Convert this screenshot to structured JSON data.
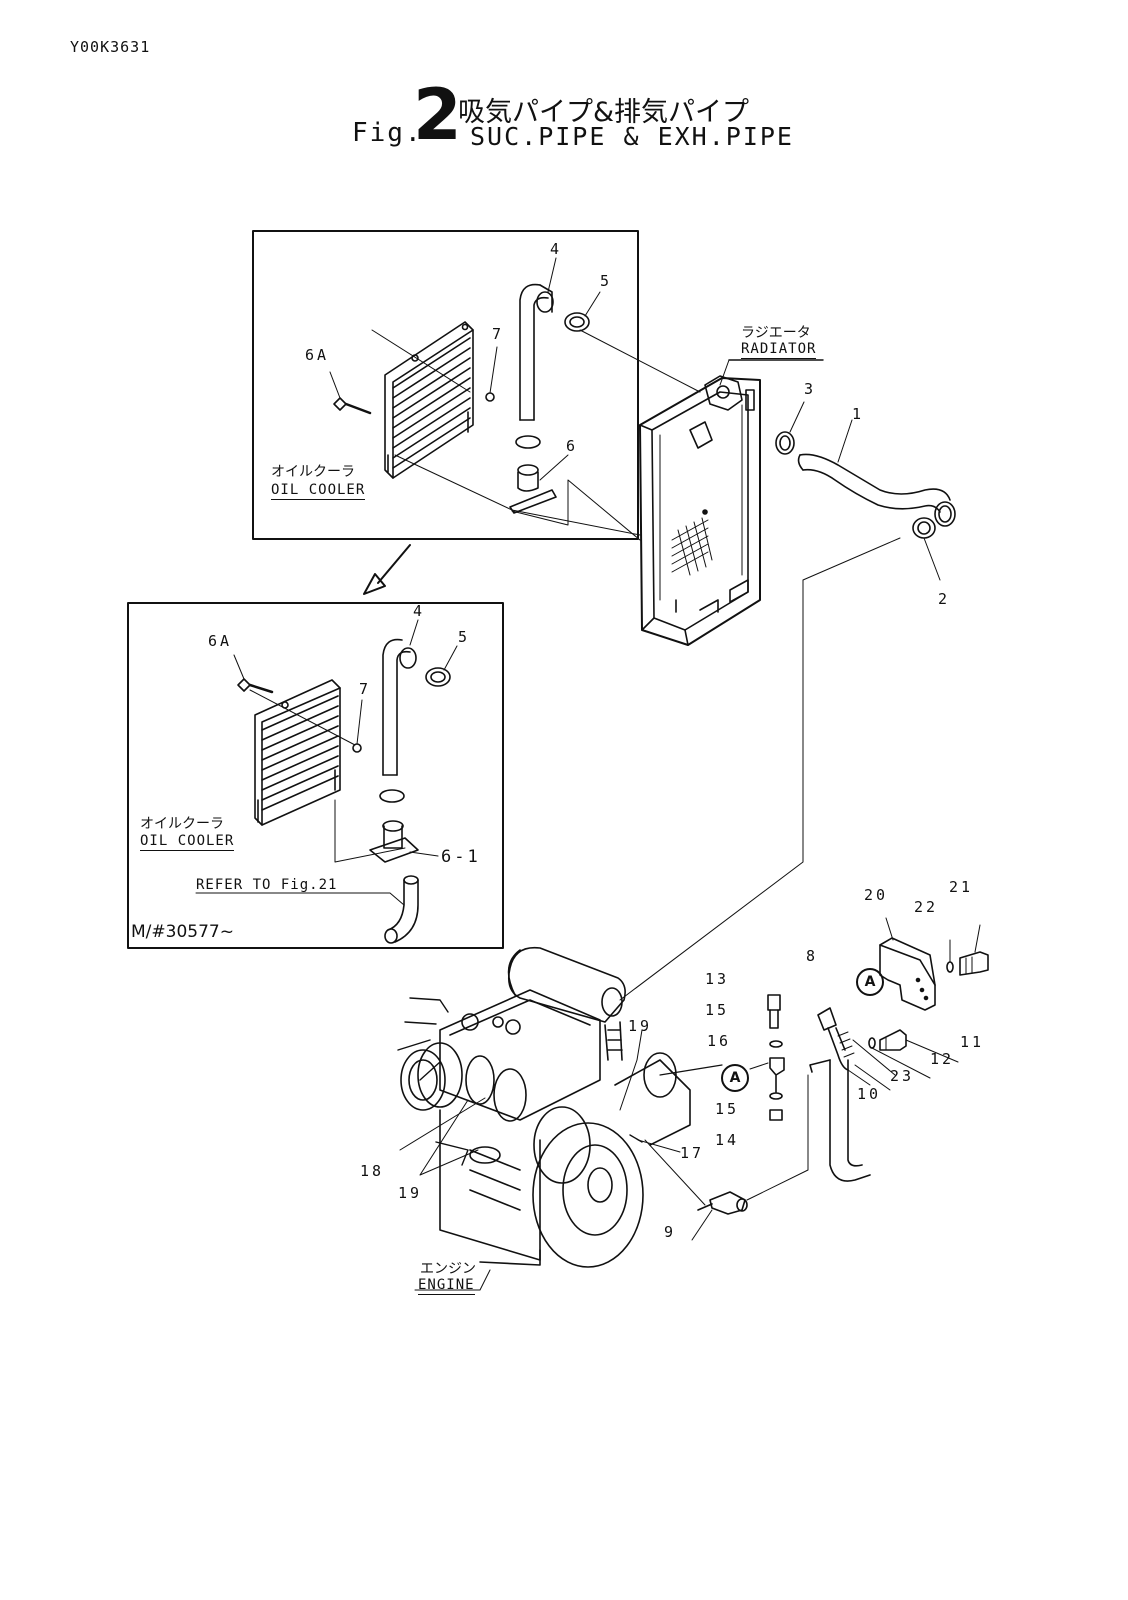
{
  "doc_code": "Y00K3631",
  "figure": {
    "prefix": "Fig.",
    "number": "2",
    "title_jp": "吸気パイプ&排気パイプ",
    "title_en": "SUC.PIPE & EXH.PIPE"
  },
  "captions": {
    "radiator_jp": "ラジエータ",
    "radiator_en": "RADIATOR",
    "oil_cooler_jp": "オイルクーラ",
    "oil_cooler_en": "OIL COOLER",
    "engine_jp": "エンジン",
    "engine_en": "ENGINE",
    "refer": "REFER TO Fig.21",
    "serial": "M/#30577~",
    "detail_marker": "A"
  },
  "callouts": {
    "p1": "1",
    "p2": "2",
    "p3": "3",
    "p4": "4",
    "p5": "5",
    "p6": "6",
    "p6a": "6A",
    "p7": "7",
    "p6_1": "6-1",
    "p8": "8",
    "p9": "9",
    "p10": "10",
    "p11": "11",
    "p12": "12",
    "p13": "13",
    "p14": "14",
    "p15": "15",
    "p16": "16",
    "p17": "17",
    "p18": "18",
    "p19": "19",
    "p20": "20",
    "p21": "21",
    "p22": "22",
    "p23": "23"
  }
}
